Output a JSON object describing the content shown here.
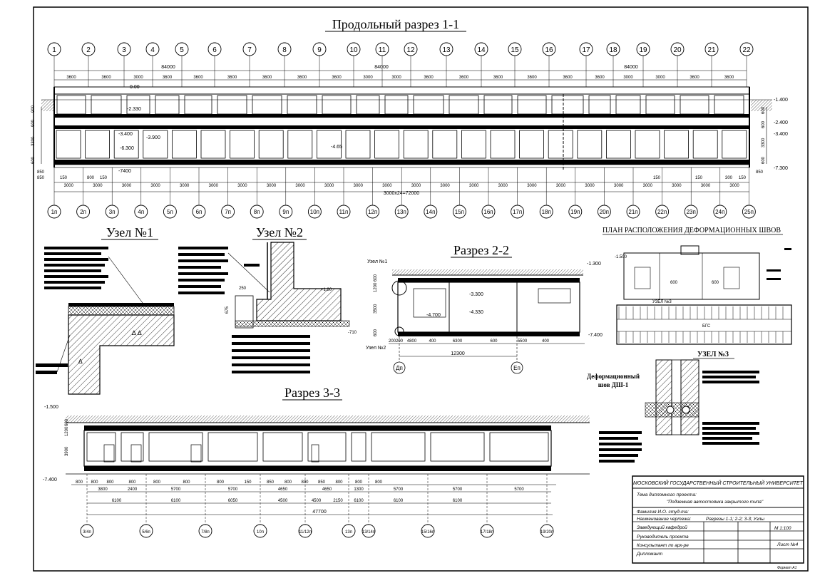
{
  "titles": {
    "section_1_1": "Продольный разрез 1-1",
    "node_1": "Узел №1",
    "node_2": "Узел №2",
    "section_2_2": "Разрез 2-2",
    "section_3_3": "Разрез 3-3",
    "plan_title": "ПЛАН РАСПОЛОЖЕНИЯ ДЕФОРМАЦИОННЫХ ШВОВ",
    "node_3": "УЗЕЛ №3",
    "joint_label_1": "Деформационный",
    "joint_label_2": "шов ДШ-1"
  },
  "top_axes": [
    "1",
    "2",
    "3",
    "4",
    "5",
    "6",
    "7",
    "8",
    "9",
    "10",
    "11",
    "12",
    "13",
    "14",
    "15",
    "16",
    "17",
    "18",
    "19",
    "20",
    "21",
    "22"
  ],
  "bottom_axes": [
    "1п",
    "2п",
    "3п",
    "4п",
    "5п",
    "6п",
    "7п",
    "8п",
    "9п",
    "10п",
    "11п",
    "12п",
    "13п",
    "14п",
    "15п",
    "16п",
    "17п",
    "18п",
    "19п",
    "20п",
    "21п",
    "22п",
    "23п",
    "24п",
    "25п"
  ],
  "section_1_1": {
    "overall_dims": [
      "84000",
      "84000",
      "84000"
    ],
    "top_spans": [
      "3600",
      "3600",
      "3000",
      "3600",
      "3600",
      "3600",
      "3600",
      "3600",
      "3600",
      "3000",
      "3000",
      "3600",
      "3600",
      "3600",
      "3600",
      "3600",
      "3600",
      "3000",
      "3000",
      "3600",
      "3600",
      "3600"
    ],
    "bottom_spans": [
      "3000",
      "3000",
      "3000",
      "3000",
      "3000",
      "3000",
      "3000",
      "3000",
      "3000",
      "3000",
      "3000",
      "3000",
      "3000",
      "3000",
      "3000",
      "3000",
      "3000",
      "3000",
      "3000",
      "3000",
      "3000",
      "3000",
      "3000",
      "3000"
    ],
    "bottom_total": "3000х24=72000",
    "levels": [
      "0.00",
      "-2.330",
      "-3.400",
      "-3.900",
      "-6.300",
      "-7400",
      "-4.65",
      "-1.400",
      "-2.400",
      "-3.400",
      "-7.300"
    ],
    "vert_dims": [
      "900",
      "900",
      "3300",
      "600",
      "600",
      "600",
      "3300",
      "600"
    ],
    "misc_dims": [
      "850",
      "850",
      "150",
      "800",
      "150",
      "150",
      "150",
      "300",
      "150",
      "850"
    ]
  },
  "section_2_2": {
    "node_refs": [
      "Узел №1",
      "Узел №2"
    ],
    "levels": [
      "-1.300",
      "-3.300",
      "-4.330",
      "-4.700",
      "-7.400"
    ],
    "dims": [
      "200",
      "200",
      "4800",
      "400",
      "6300",
      "600",
      "5500",
      "400",
      "12300"
    ],
    "vert_dims": [
      "600",
      "1200",
      "3500",
      "600"
    ],
    "axes": [
      "Дп",
      "Еп"
    ]
  },
  "section_3_3": {
    "levels": [
      "-1.500",
      "-7.400"
    ],
    "vert_dims": [
      "600",
      "1200",
      "3900"
    ],
    "dims_row1": [
      "800",
      "800",
      "800",
      "800",
      "800",
      "800",
      "800",
      "150",
      "850",
      "800",
      "800",
      "850",
      "800",
      "800",
      "800"
    ],
    "dims_row2": [
      "3800",
      "2400",
      "5700",
      "5700",
      "4650",
      "4650",
      "1300",
      "5700",
      "5700",
      "5700"
    ],
    "dims_row3": [
      "6100",
      "6100",
      "6050",
      "4500",
      "4500",
      "2150",
      "6100",
      "6100",
      "6100"
    ],
    "total": "47700",
    "axes": [
      "3/4п",
      "5/6п",
      "7/8п",
      "10п",
      "11/12п",
      "13п",
      "13/14п",
      "15/16п",
      "17/18п",
      "19/20п"
    ]
  },
  "plan": {
    "level": "-1.500",
    "node_ref": "УЗЕЛ №3",
    "labels": [
      "600",
      "600",
      "БГС"
    ]
  },
  "title_block": {
    "university": "МОСКОВСКИЙ ГОСУДАРСТВЕННЫЙ СТРОИТЕЛЬНЫЙ УНИВЕРСИТЕТ",
    "project_line1": "Тема дипломного проекта:",
    "project_line2": "\"Подземная автостоянка закрытого типа\"",
    "author": "Фамилия И.О. студ-та:",
    "drawing_label": "Наименование чертежа:",
    "drawing_name": "Разрезы 1-1; 2-2; 3-3; Узлы",
    "head": "Заведующий кафедрой",
    "supervisor": "Руководитель проекта",
    "consultant": "Консультант по арх-ре",
    "diplomant": "Дипломант",
    "scale": "М 1:100",
    "sheet": "Лист №4",
    "format": "Формат А1"
  }
}
